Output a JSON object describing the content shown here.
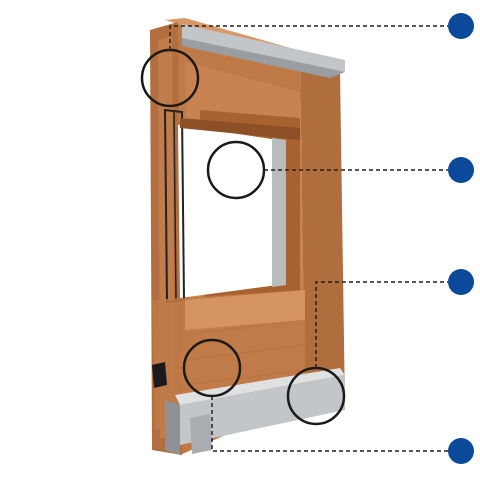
{
  "image": {
    "subject": "window-frame-cross-section",
    "material": "wood-and-aluminium"
  },
  "colors": {
    "background": "#ffffff",
    "marker": "#0b4a9a",
    "leader_line": "#222222",
    "wood_main": "#c07a48",
    "wood_dark": "#9a5a30",
    "wood_light": "#d89868",
    "aluminium": "#c3c6c9",
    "aluminium_dark": "#8e9296",
    "glass": "#ffffff",
    "gasket": "#1a1a1a",
    "callout_ring": "#1a1a1a"
  },
  "markers": [
    {
      "id": 1,
      "icon": "blue-dot-icon"
    },
    {
      "id": 2,
      "icon": "blue-dot-icon"
    },
    {
      "id": 3,
      "icon": "blue-dot-icon"
    },
    {
      "id": 4,
      "icon": "blue-dot-icon"
    }
  ],
  "callouts": [
    {
      "id": 1,
      "detail": "top-rebate-profile"
    },
    {
      "id": 2,
      "detail": "glazing"
    },
    {
      "id": 3,
      "detail": "sash-bottom-rail"
    },
    {
      "id": 4,
      "detail": "aluminium-drip-cap"
    }
  ]
}
